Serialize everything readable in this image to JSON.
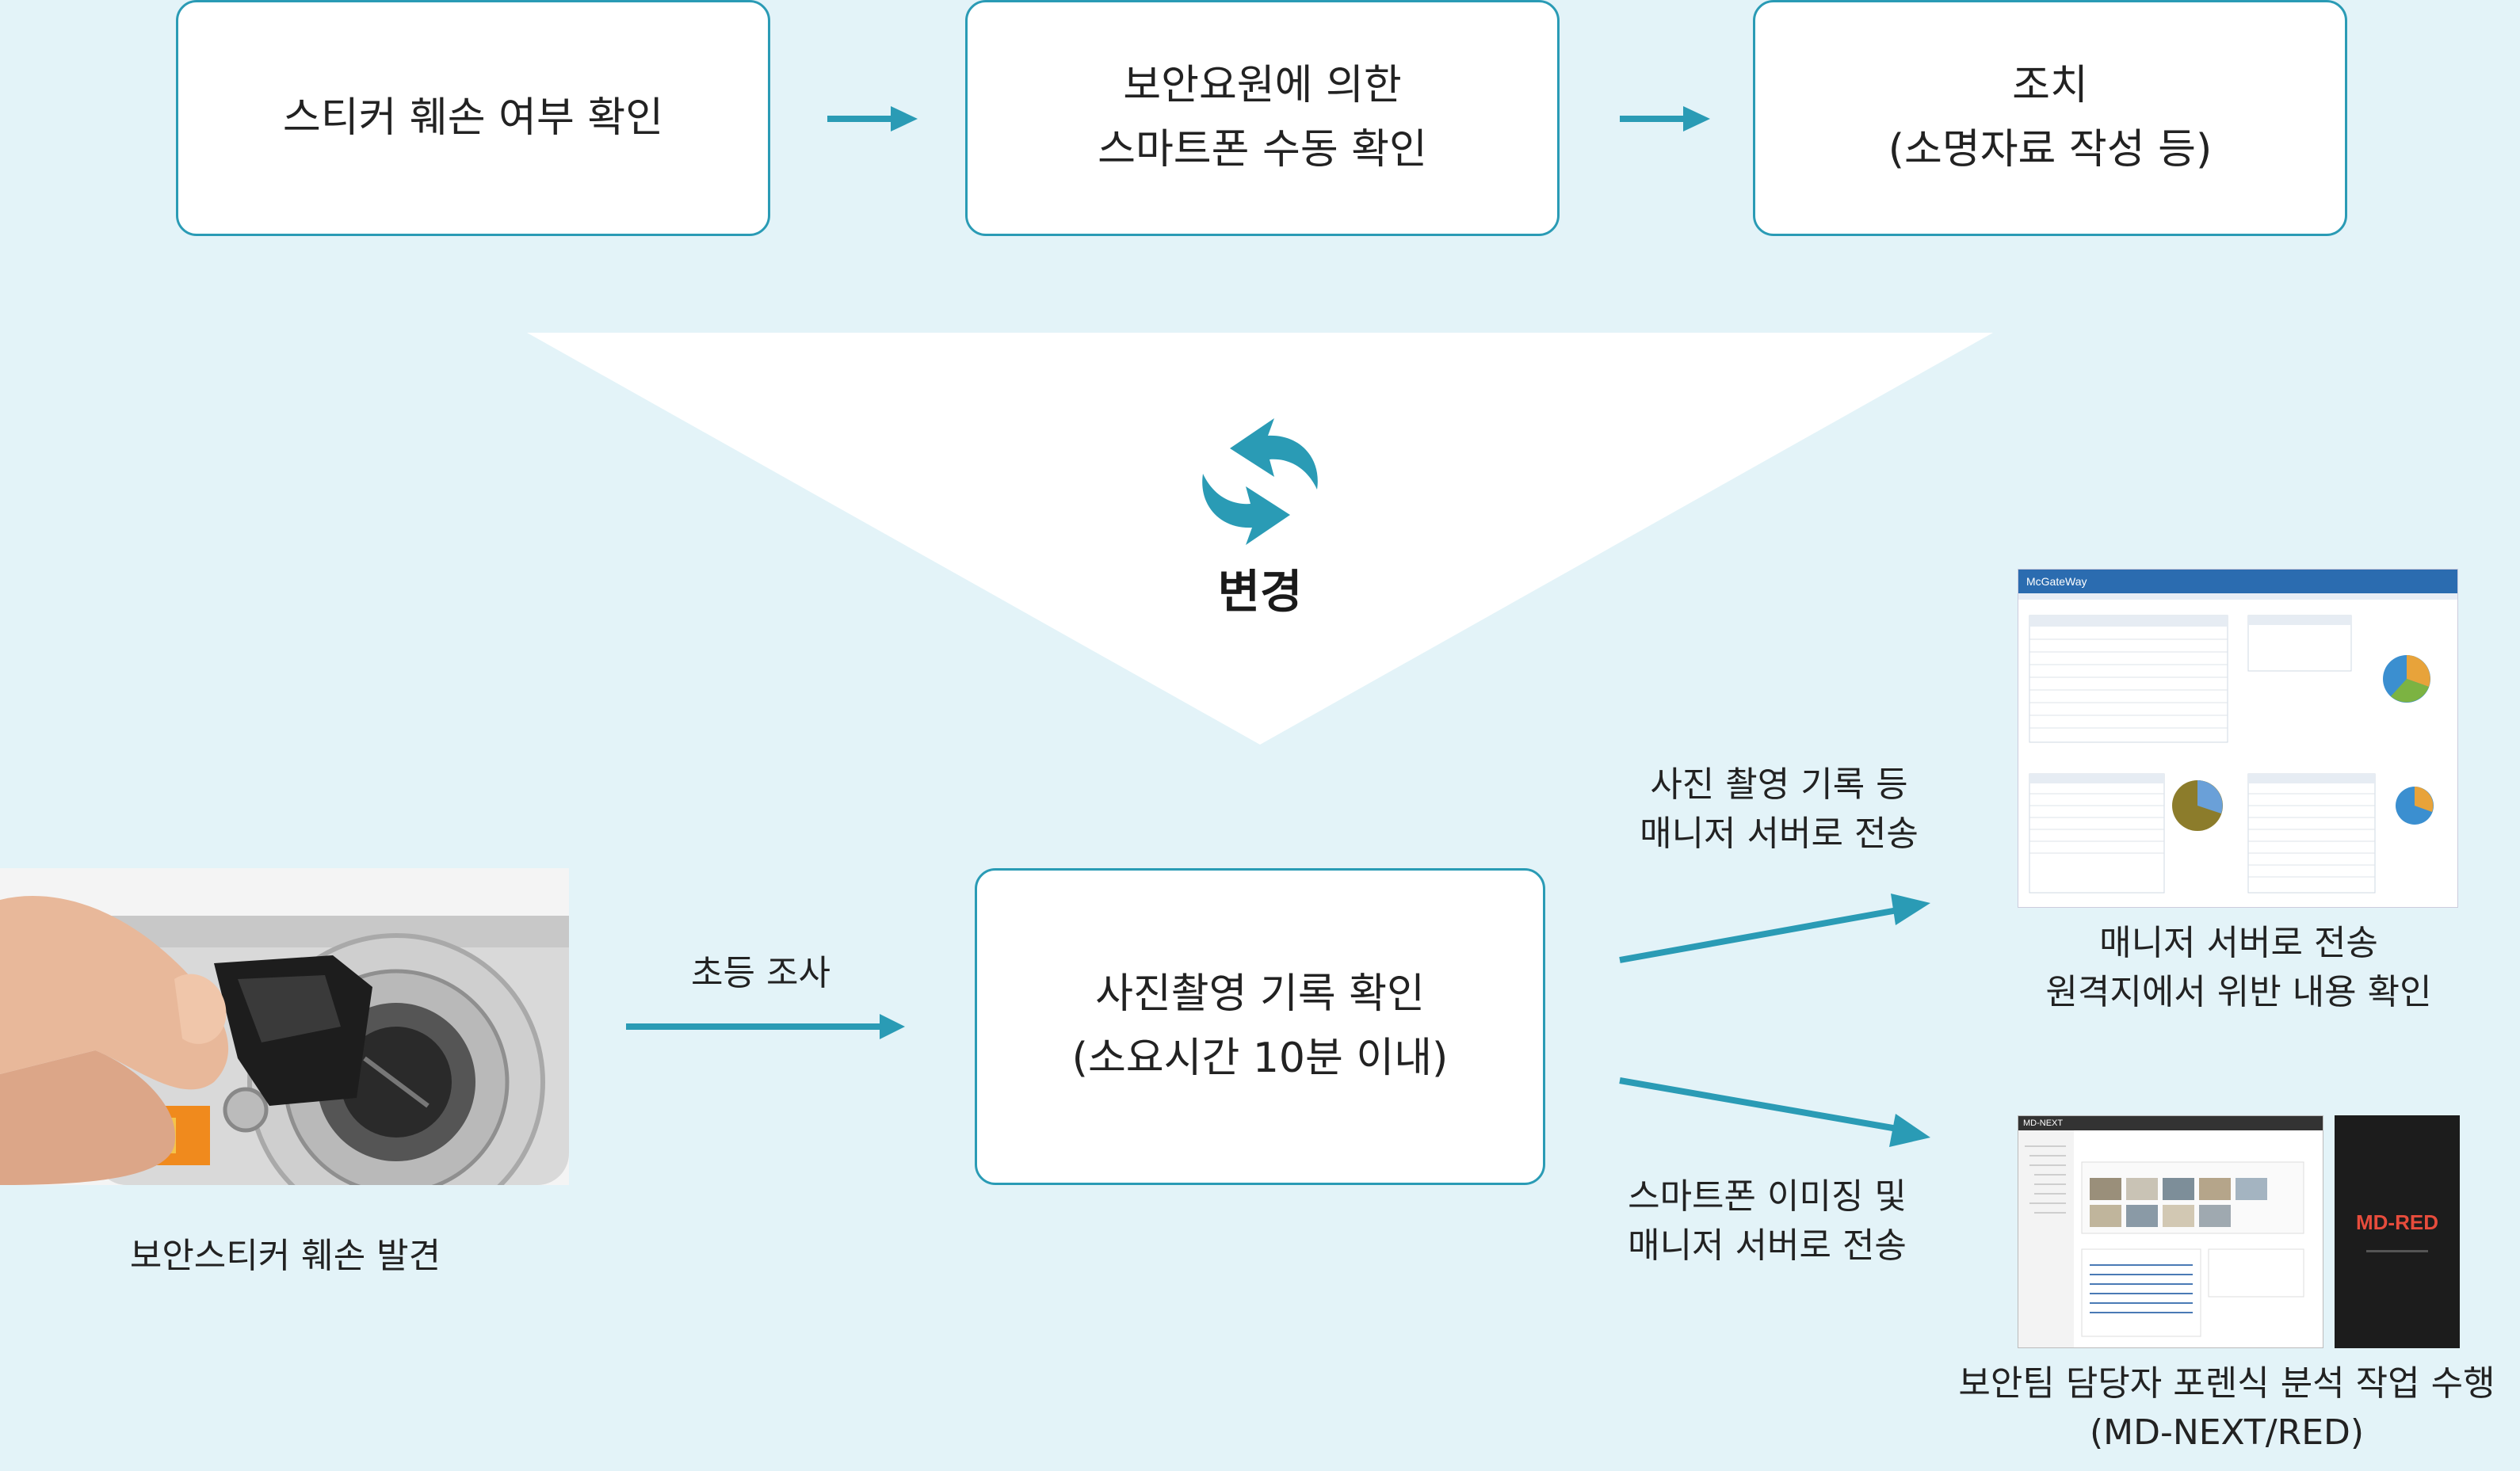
{
  "top_flow": {
    "step1": "스티커 훼손 여부 확인",
    "step2": "보안요원에 의한\n스마트폰 수동 확인",
    "step3": "조치\n(소명자료 작성 등)"
  },
  "change_label": "변경",
  "camera": {
    "caption": "보안스티커 훼손 발견"
  },
  "initial_check_label": "초등 조사",
  "center_box": "사진촬영 기록 확인\n(소요시간 10분 이내)",
  "branch_upper": {
    "arrow_label": "사진 촬영 기록 등\n매니저 서버로 전송",
    "result_caption": "매니저 서버로 전송\n원격지에서 위반 내용 확인",
    "screenshot_brand": "McGateWay"
  },
  "branch_lower": {
    "arrow_label": "스마트폰 이미징 및\n매니저 서버로 전송",
    "result_caption": "보안팀 담당자 포렌식 분석 작업 수행\n(MD-NEXT/RED)",
    "window_title": "MD-NEXT",
    "product_box_label": "MD-RED"
  },
  "colors": {
    "background": "#e3f3f8",
    "accent": "#2a9bb5",
    "box_fill": "#ffffff"
  }
}
